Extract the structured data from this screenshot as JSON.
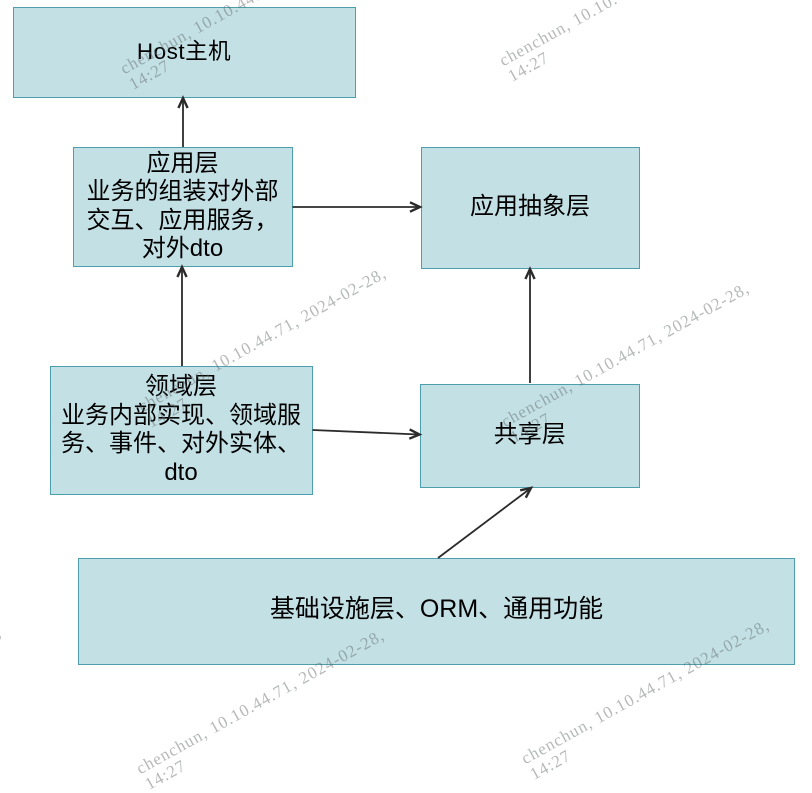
{
  "colors": {
    "box_fill": "#c3e0e5",
    "box_border": "#4d9fae",
    "arrow": "#2b2b2b",
    "text": "#000000",
    "watermark": "rgba(90,98,100,0.45)"
  },
  "boxes": {
    "host": {
      "label": "Host主机"
    },
    "application": {
      "lines": [
        "应用层",
        "业务的组装对外部",
        "交互、应用服务，",
        "对外dto"
      ]
    },
    "app_abstraction": {
      "label": "应用抽象层"
    },
    "domain": {
      "lines": [
        "领域层",
        "业务内部实现、领域服",
        "务、事件、对外实体、",
        "dto"
      ]
    },
    "shared": {
      "label": "共享层"
    },
    "infrastructure": {
      "label": "基础设施层、ORM、通用功能"
    }
  },
  "watermark": {
    "line1": "chenchun, 10.10.44.71, 2024-02-28,",
    "line2": "14:27"
  }
}
